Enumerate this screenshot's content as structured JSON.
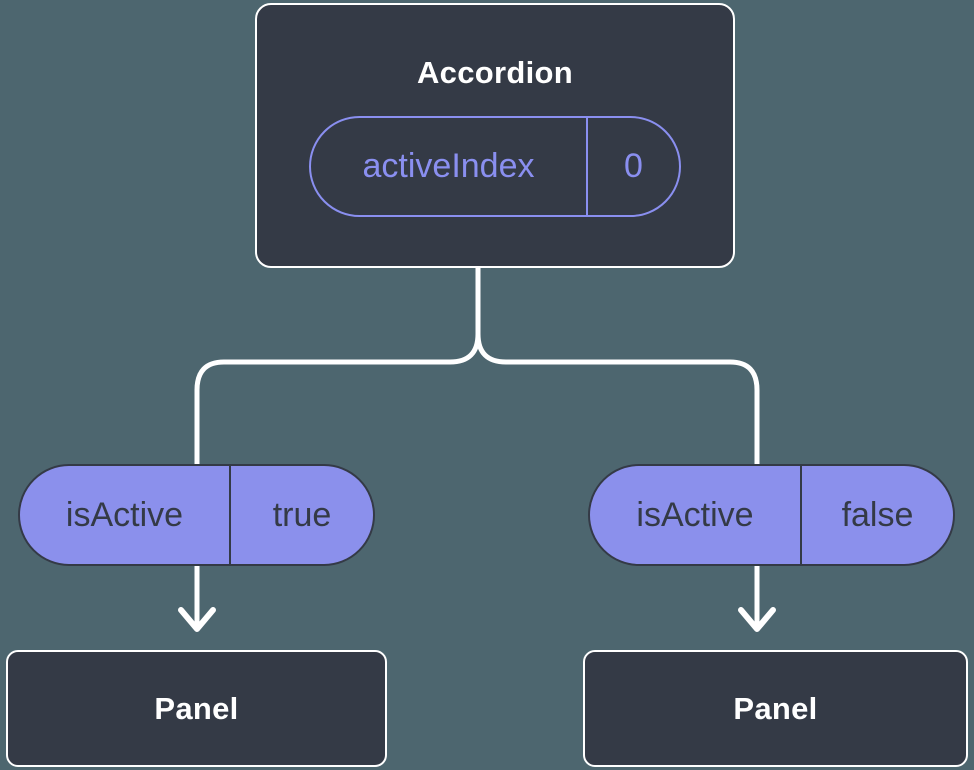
{
  "colors": {
    "background": "#4d666f",
    "node_fill": "#343a46",
    "node_border": "#ffffff",
    "text_light": "#ffffff",
    "text_dark": "#343a46",
    "pill_fill": "#8b90ec",
    "pill_outline": "#8a8ff0",
    "connector": "#ffffff"
  },
  "tree": {
    "root": {
      "label": "Accordion",
      "state": {
        "name": "activeIndex",
        "value": "0"
      }
    },
    "children": [
      {
        "prop": {
          "name": "isActive",
          "value": "true"
        },
        "node": {
          "label": "Panel"
        }
      },
      {
        "prop": {
          "name": "isActive",
          "value": "false"
        },
        "node": {
          "label": "Panel"
        }
      }
    ]
  }
}
